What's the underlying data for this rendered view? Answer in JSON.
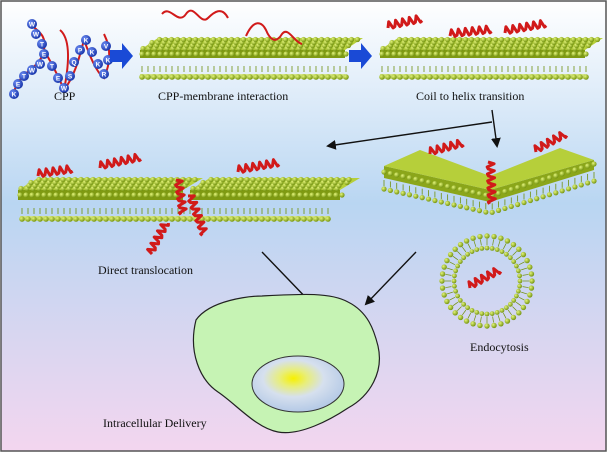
{
  "labels": {
    "cpp": "CPP",
    "interaction": "CPP-membrane interaction",
    "coil_helix": "Coil to helix transition",
    "direct": "Direct translocation",
    "endocytosis": "Endocytosis",
    "delivery": "Intracellular Delivery"
  },
  "cpp_residues": [
    "K",
    "E",
    "T",
    "W",
    "W",
    "E",
    "T",
    "W",
    "W",
    "T",
    "E",
    "W",
    "S",
    "Q",
    "P",
    "K",
    "K",
    "K",
    "R",
    "K",
    "V"
  ],
  "colors": {
    "bg_top": "#ffffff",
    "bg_bottom": "#f3d6ef",
    "bg_mid": "#b9d6f2",
    "lipid_head": "#a3c21f",
    "helix": "#d11a1a",
    "arrow_blue": "#1a4ad6",
    "cell": "#c6f3b4",
    "nucleus": "#c9d9ee",
    "nucleolus": "#f7f000"
  }
}
